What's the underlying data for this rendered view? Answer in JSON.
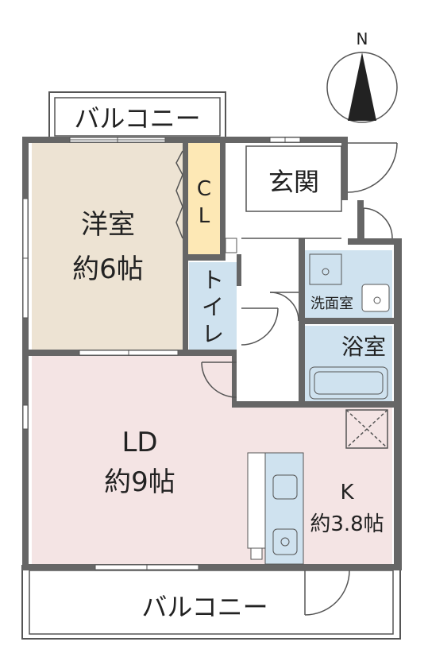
{
  "compass": {
    "label": "N"
  },
  "balcony_top": {
    "label": "バルコニー"
  },
  "balcony_bottom": {
    "label": "バルコニー"
  },
  "rooms": {
    "western": {
      "name": "洋室",
      "size": "約6帖"
    },
    "closet": {
      "line1": "C",
      "line2": "L"
    },
    "entrance": {
      "name": "玄関"
    },
    "toilet": {
      "line1": "ト",
      "line2": "イ",
      "line3": "レ"
    },
    "washroom": {
      "name": "洗面室"
    },
    "bath": {
      "name": "浴室"
    },
    "ld": {
      "name": "LD",
      "size": "約9帖"
    },
    "kitchen": {
      "name": "K",
      "size": "約3.8帖"
    }
  },
  "colors": {
    "wall": "#666666",
    "western_floor": "#ede3d3",
    "closet_floor": "#fde8b5",
    "ld_floor": "#f4e4e4",
    "wet_floor": "#cfe2ef",
    "line": "#333333"
  }
}
